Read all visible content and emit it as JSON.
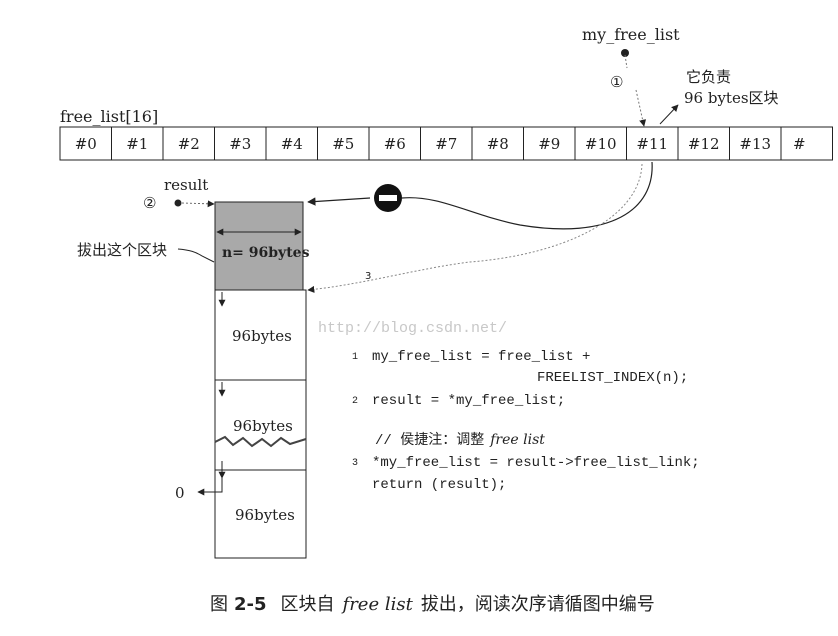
{
  "pointer_label": "my_free_list",
  "step1_marker": "①",
  "step2_marker": "②",
  "step3_marker": "3",
  "responsible_note": [
    "它负责",
    "96 bytes区块"
  ],
  "array_label": "free_list[16]",
  "slots": [
    "#0",
    "#1",
    "#2",
    "#3",
    "#4",
    "#5",
    "#6",
    "#7",
    "#8",
    "#9",
    "#10",
    "#11",
    "#12",
    "#13",
    "#"
  ],
  "result_label": "result",
  "extract_note": "拔出这个区块",
  "block_n_label": "n= 96bytes",
  "block_labels": [
    "96bytes",
    "96bytes",
    "96bytes"
  ],
  "null_label": "0",
  "watermark": "http://blog.csdn.net/",
  "code": [
    {
      "num": "1",
      "text": "my_free_list = free_list +"
    },
    {
      "num": "",
      "text": "FREELIST_INDEX(n);"
    },
    {
      "num": "2",
      "text": "result = *my_free_list;"
    },
    {
      "num": "",
      "text": "// 侯捷注：调整"
    },
    {
      "num": "3",
      "text": "*my_free_list = result->free_list_link;"
    },
    {
      "num": "",
      "text": "return (result);"
    }
  ],
  "comment_italic": "free list",
  "caption": {
    "fig": "图",
    "num": "2-5",
    "text1": "区块自",
    "italic": "free list",
    "text2": "拔出，阅读次序请循图中编号"
  },
  "colors": {
    "line": "#222222",
    "shaded_block": "#a9a9a9",
    "watermark": "#c8c8c8"
  }
}
